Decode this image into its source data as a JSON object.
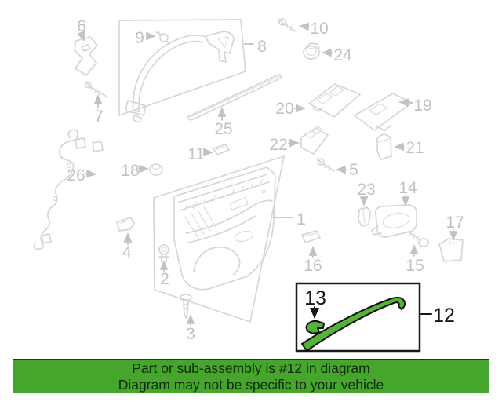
{
  "diagram": {
    "art_color": "#d6d6d6",
    "label_color": "#c2c2c2",
    "callouts": {
      "c1": "1",
      "c2": "2",
      "c3": "3",
      "c4": "4",
      "c5": "5",
      "c6": "6",
      "c7": "7",
      "c8": "8",
      "c9": "9",
      "c10": "10",
      "c11": "11",
      "c14": "14",
      "c15": "15",
      "c16": "16",
      "c17": "17",
      "c18": "18",
      "c19": "19",
      "c20": "20",
      "c21": "21",
      "c22": "22",
      "c23": "23",
      "c24": "24",
      "c25": "25",
      "c26": "26"
    }
  },
  "highlight": {
    "box_label": "12",
    "clip_label": "13",
    "part_fill": "#55b437",
    "part_outline": "#111111"
  },
  "banner": {
    "line1": "Part or sub-assembly is #12 in diagram",
    "line2": "Diagram may not be specific to your vehicle",
    "bg": "#46a52d",
    "fg": "#0e2b02"
  }
}
